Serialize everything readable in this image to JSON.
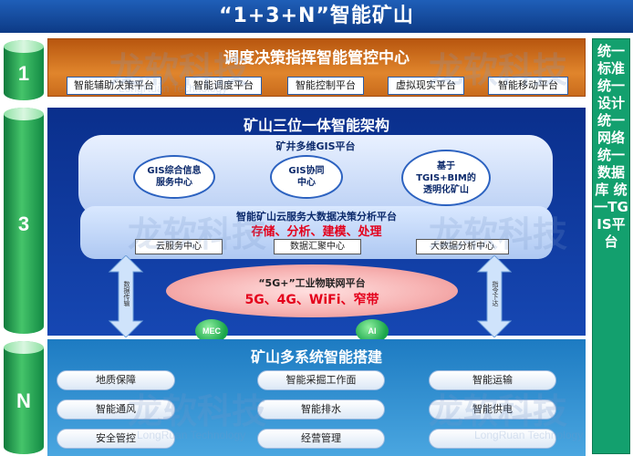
{
  "title": "“1+3+N”智能矿山",
  "layers": {
    "l1_number": "1",
    "l3_number": "3",
    "ln_number": "N"
  },
  "section1": {
    "title": "调度决策指挥智能管控中心",
    "items": [
      "智能辅助决策平台",
      "智能调度平台",
      "智能控制平台",
      "虚拟现实平台",
      "智能移动平台"
    ]
  },
  "section3": {
    "title": "矿山三位一体智能架构",
    "gis": {
      "title": "矿井多维GIS平台",
      "items": [
        "GIS综合信息\n服务中心",
        "GIS协同\n中心",
        "基于\nTGIS+BIM的\n透明化矿山"
      ]
    },
    "cloud": {
      "title": "智能矿山云服务大数据决策分析平台",
      "subtitle": "存储、分析、建模、处理",
      "boxes": [
        "云服务中心",
        "数据汇聚中心",
        "大数据分析中心"
      ]
    },
    "network": {
      "title": "“5G+”工业物联网平台",
      "subtitle": "5G、4G、WiFi、窄带"
    },
    "arrow_labels": [
      "数据传输",
      "指令下达"
    ],
    "badges": [
      "MEC",
      "AI"
    ]
  },
  "sectionN": {
    "title": "矿山多系统智能搭建",
    "items": [
      "地质保障",
      "智能采掘工作面",
      "智能运输",
      "智能通风",
      "智能排水",
      "智能供电",
      "安全管控",
      "经营管理"
    ]
  },
  "side_bar": "统一标准 统一设计 统一网络 统一数据库 统一TGIS平台",
  "watermark": {
    "text": "龙软科技",
    "sub": "LongRuan Technology"
  },
  "colors": {
    "section1": "#d9762a",
    "section3": "#123f9e",
    "sectionN": "#2f8fd2",
    "sidebar": "#13a06e",
    "highlight": "#e4001b"
  }
}
